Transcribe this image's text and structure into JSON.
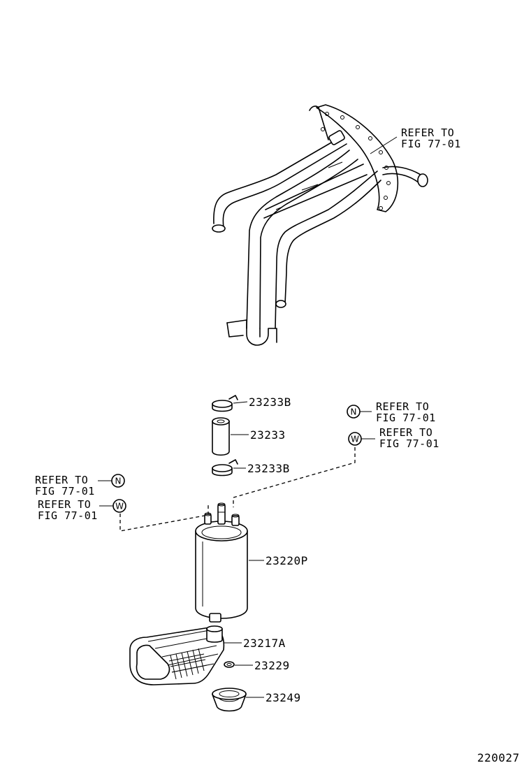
{
  "references": {
    "bracket_plate": {
      "line1": "REFER TO",
      "line2": "FIG 77-01"
    },
    "right_n": {
      "symbol": "N",
      "line1": "REFER TO",
      "line2": "FIG 77-01"
    },
    "right_w": {
      "symbol": "W",
      "line1": "REFER TO",
      "line2": "FIG 77-01"
    },
    "left_n": {
      "symbol": "N",
      "line1": "REFER TO",
      "line2": "FIG 77-01"
    },
    "left_w": {
      "symbol": "W",
      "line1": "REFER TO",
      "line2": "FIG 77-01"
    }
  },
  "parts": {
    "clamp_upper": "23233B",
    "hose": "23233",
    "clamp_lower": "23233B",
    "fuel_pump": "23220P",
    "filter": "23217A",
    "ring": "23229",
    "cushion": "23249"
  },
  "figure_number": "220027"
}
